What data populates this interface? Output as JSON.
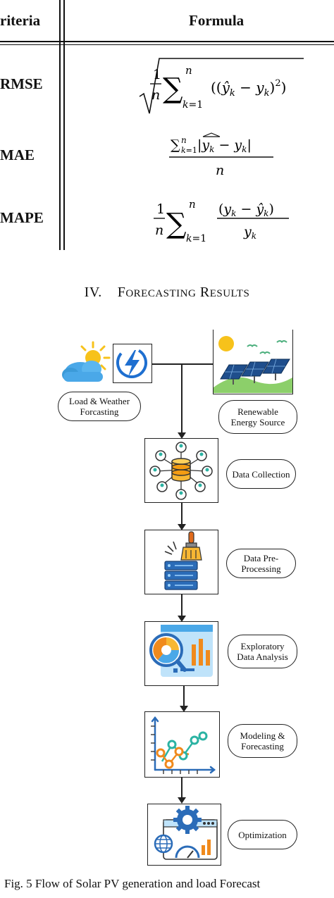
{
  "table": {
    "headers": {
      "criteria": "riteria",
      "formula": "Formula"
    },
    "rows": [
      {
        "criteria": "RMSE"
      },
      {
        "criteria": "MAE",
        "denominator": "n"
      },
      {
        "criteria": "MAPE"
      }
    ]
  },
  "section": {
    "number": "IV.",
    "title_first": "F",
    "title_rest1": "ORECASTING",
    "title_second": "R",
    "title_rest2": "ESULTS"
  },
  "diagram": {
    "load_weather": "Load & Weather Forcasting",
    "renewable": "Renewable Energy Source",
    "steps": [
      {
        "label": "Data Collection"
      },
      {
        "label": "Data Pre-Processing"
      },
      {
        "label": "Exploratory Data Analysis"
      },
      {
        "label": "Modeling & Forecasting"
      },
      {
        "label": "Optimization"
      }
    ]
  },
  "caption": "Fig. 5 Flow of Solar PV generation and load Forecast",
  "colors": {
    "line": "#111111",
    "sky": "#4aa8e8",
    "sun": "#f7c21b",
    "bolt_bg": "#1e6fd0",
    "orange": "#f08a1c",
    "teal": "#2bb3a3"
  }
}
